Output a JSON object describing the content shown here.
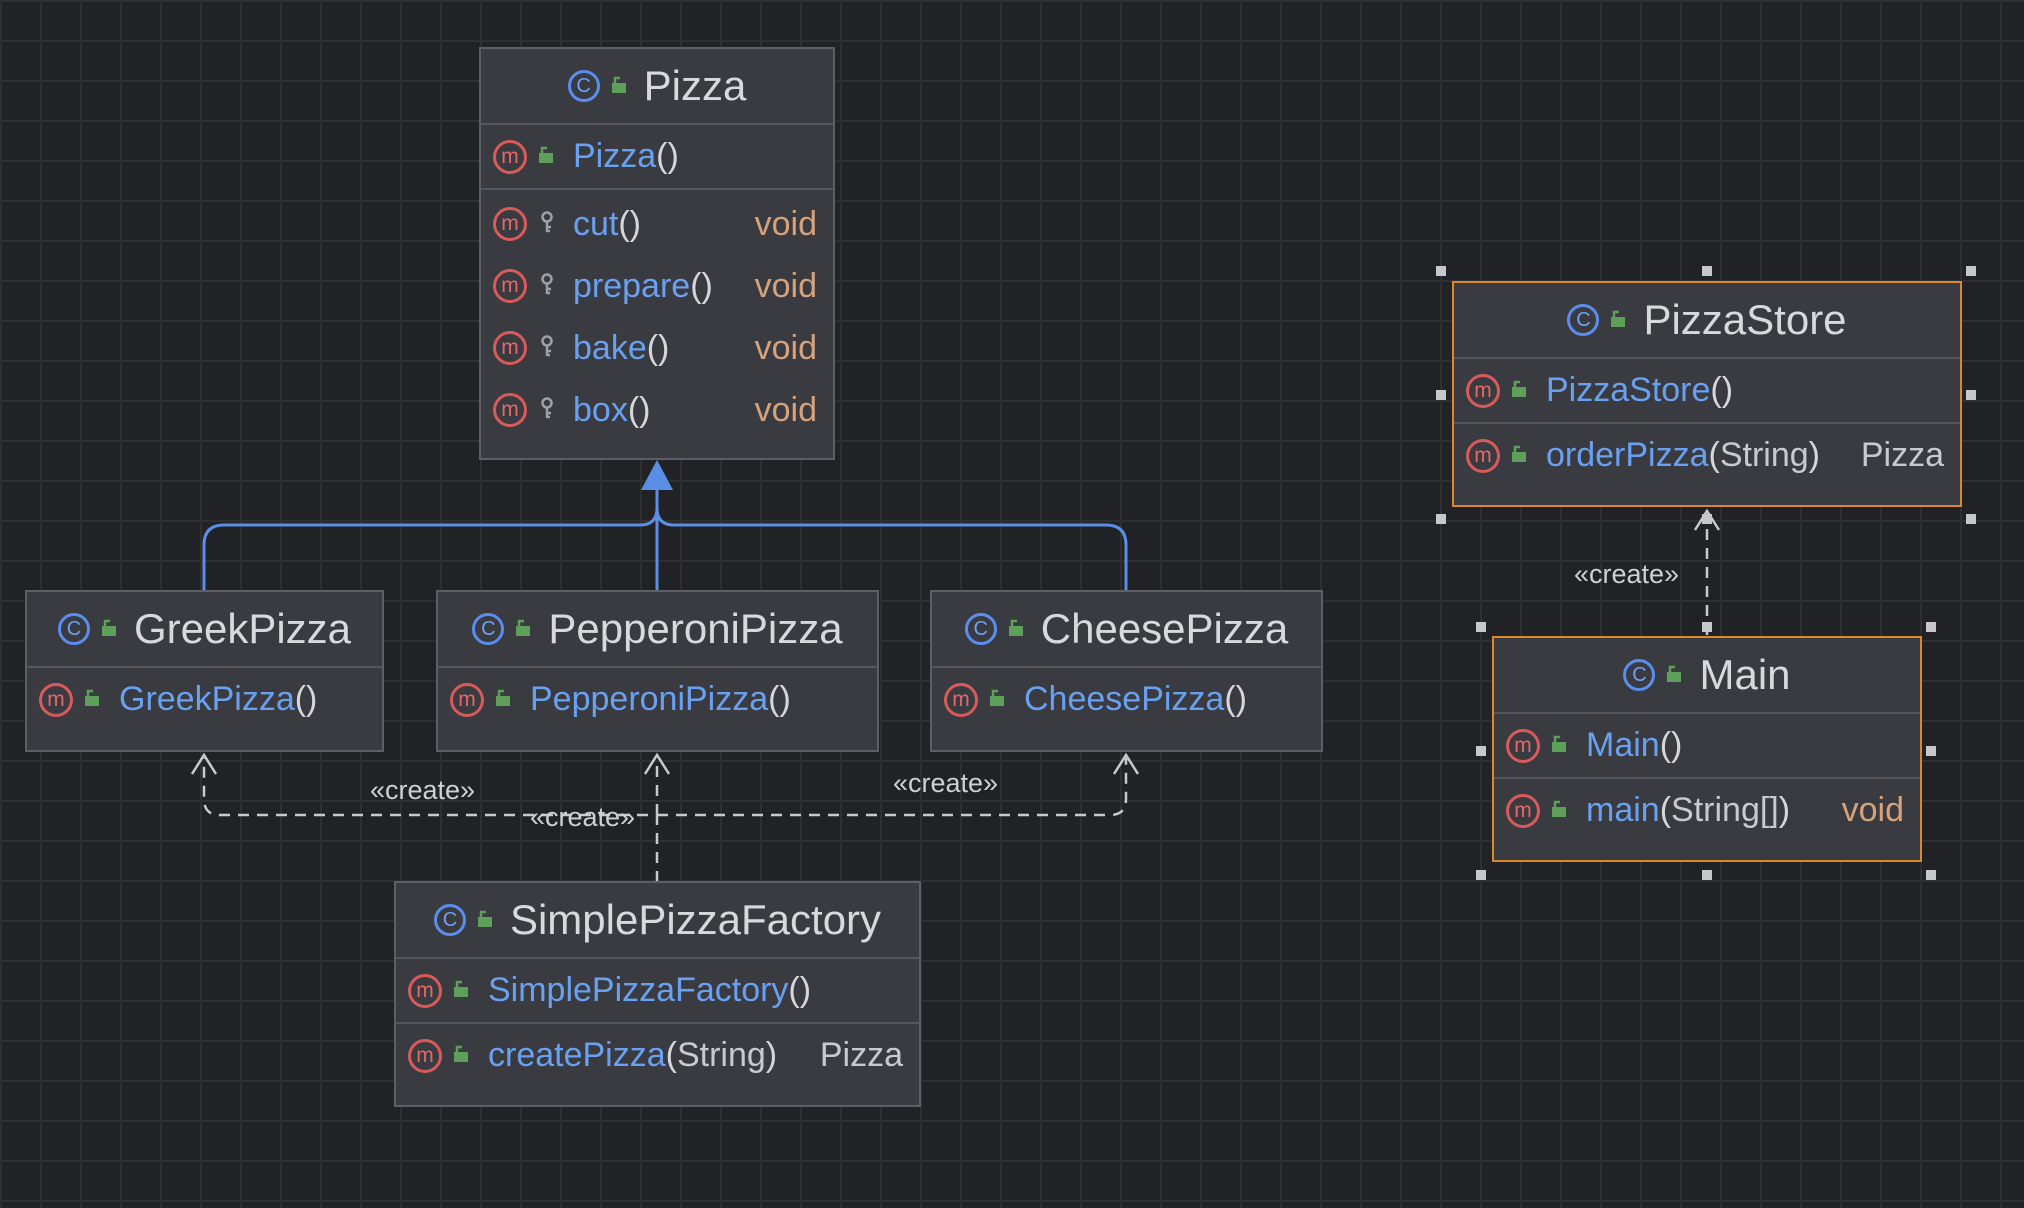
{
  "diagram": {
    "classes": {
      "pizza": {
        "name": "Pizza",
        "kind_icon": "class-icon",
        "constructor": {
          "name": "Pizza",
          "parens": "()"
        },
        "methods": [
          {
            "name": "cut",
            "parens": "()",
            "args": "",
            "returns": "void",
            "visibility": "protected"
          },
          {
            "name": "prepare",
            "parens": "()",
            "args": "",
            "returns": "void",
            "visibility": "protected"
          },
          {
            "name": "bake",
            "parens": "()",
            "args": "",
            "returns": "void",
            "visibility": "protected"
          },
          {
            "name": "box",
            "parens": "()",
            "args": "",
            "returns": "void",
            "visibility": "protected"
          }
        ]
      },
      "greek": {
        "name": "GreekPizza",
        "constructor": {
          "name": "GreekPizza",
          "parens": "()"
        }
      },
      "pepperoni": {
        "name": "PepperoniPizza",
        "constructor": {
          "name": "PepperoniPizza",
          "parens": "()"
        }
      },
      "cheese": {
        "name": "CheesePizza",
        "constructor": {
          "name": "CheesePizza",
          "parens": "()"
        }
      },
      "factory": {
        "name": "SimplePizzaFactory",
        "constructor": {
          "name": "SimplePizzaFactory",
          "parens": "()"
        },
        "method": {
          "name": "createPizza",
          "open": "(",
          "args": "String",
          "close": ")",
          "returns": "Pizza"
        }
      },
      "store": {
        "name": "PizzaStore",
        "selected": true,
        "constructor": {
          "name": "PizzaStore",
          "parens": "()"
        },
        "method": {
          "name": "orderPizza",
          "open": "(",
          "args": "String",
          "close": ")",
          "returns": "Pizza"
        }
      },
      "main": {
        "name": "Main",
        "selected": true,
        "constructor": {
          "name": "Main",
          "parens": "()"
        },
        "method": {
          "name": "main",
          "open": "(",
          "args": "String[]",
          "close": ")",
          "returns": "void"
        }
      }
    },
    "relations": {
      "create_label": "«create»",
      "factory_to_greek": "«create»",
      "factory_to_pepperoni": "«create»",
      "factory_to_cheese": "«create»",
      "main_to_store": "«create»"
    },
    "icons": {
      "class": "C",
      "method": "m"
    },
    "colors": {
      "background": "#212225",
      "box": "#393b40",
      "selection": "#d9892c",
      "inheritance": "#5b8fe6",
      "method_name": "#6aa0f0",
      "return_primitive": "#d6a27c"
    }
  }
}
